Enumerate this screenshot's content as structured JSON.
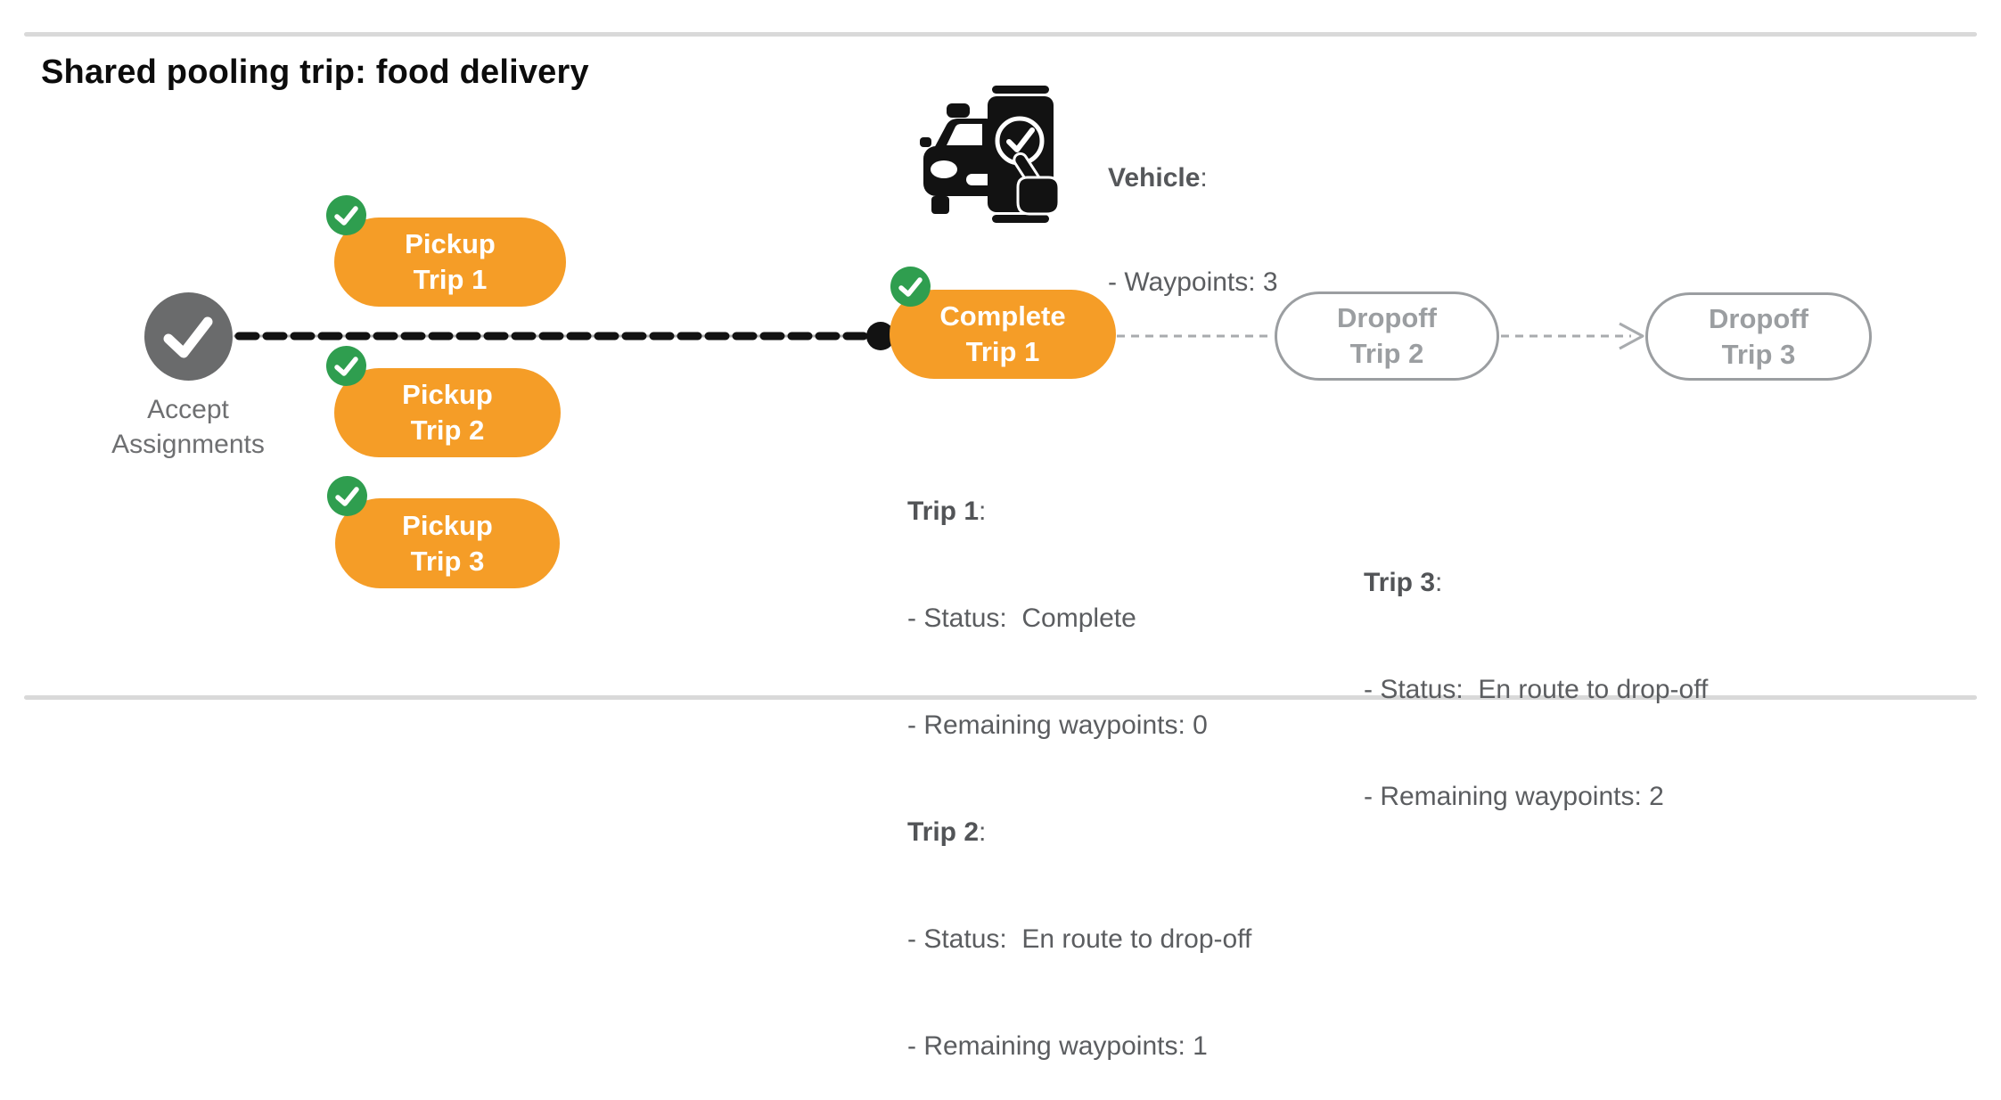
{
  "title": "Shared pooling trip: food delivery",
  "punct": {
    "colon": ":"
  },
  "vehicle": {
    "label": "Vehicle",
    "waypoints_line": "- Waypoints: 3",
    "icon": "car-with-phone-check-icon"
  },
  "flow": {
    "accept": {
      "label_line1": "Accept",
      "label_line2": "Assignments",
      "icon": "check-circle"
    },
    "pickups": [
      {
        "line1": "Pickup",
        "line2": "Trip 1",
        "badge": "check-complete"
      },
      {
        "line1": "Pickup",
        "line2": "Trip 2",
        "badge": "check-complete"
      },
      {
        "line1": "Pickup",
        "line2": "Trip 3",
        "badge": "check-complete"
      }
    ],
    "complete": {
      "line1": "Complete",
      "line2": "Trip 1",
      "badge": "check-complete"
    },
    "dropoffs": [
      {
        "line1": "Dropoff",
        "line2": "Trip 2"
      },
      {
        "line1": "Dropoff",
        "line2": "Trip 3"
      }
    ]
  },
  "trip_status": {
    "block1": [
      {
        "header": "Trip 1",
        "lines": [
          "- Status:  Complete",
          "- Remaining waypoints: 0"
        ]
      },
      {
        "header": "Trip 2",
        "lines": [
          "- Status:  En route to drop-off",
          "- Remaining waypoints: 1"
        ]
      }
    ],
    "block2": [
      {
        "header": "Trip 3",
        "lines": [
          "- Status:  En route to drop-off",
          "- Remaining waypoints: 2"
        ]
      }
    ]
  },
  "colors": {
    "accent_orange": "#F59D27",
    "accent_green": "#2F9E4F",
    "node_gray": "#6A6B6C",
    "text_gray": "#5B5D60",
    "dropoff_gray": "#9B9EA1",
    "divider_gray": "#D9D9D9",
    "connector_black": "#121212"
  }
}
